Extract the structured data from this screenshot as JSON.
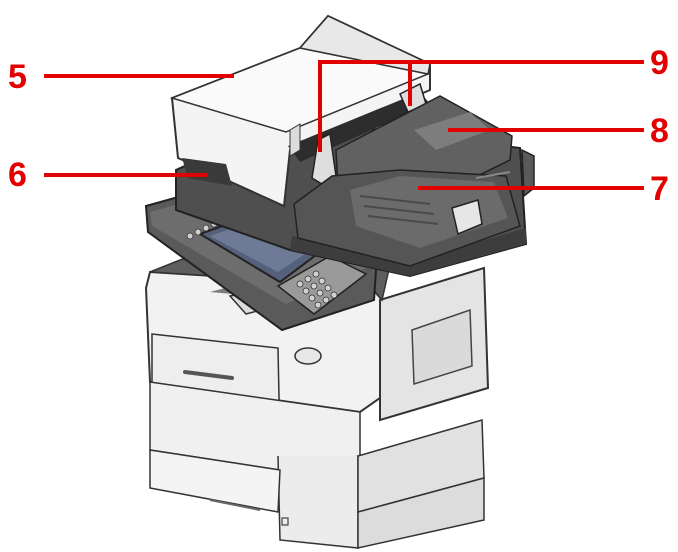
{
  "figure": {
    "subject": "multifunction-printer",
    "accent_color": "#e30000",
    "callouts": [
      {
        "id": "c5",
        "label": "5"
      },
      {
        "id": "c6",
        "label": "6"
      },
      {
        "id": "c7",
        "label": "7"
      },
      {
        "id": "c8",
        "label": "8"
      },
      {
        "id": "c9",
        "label": "9"
      }
    ]
  }
}
